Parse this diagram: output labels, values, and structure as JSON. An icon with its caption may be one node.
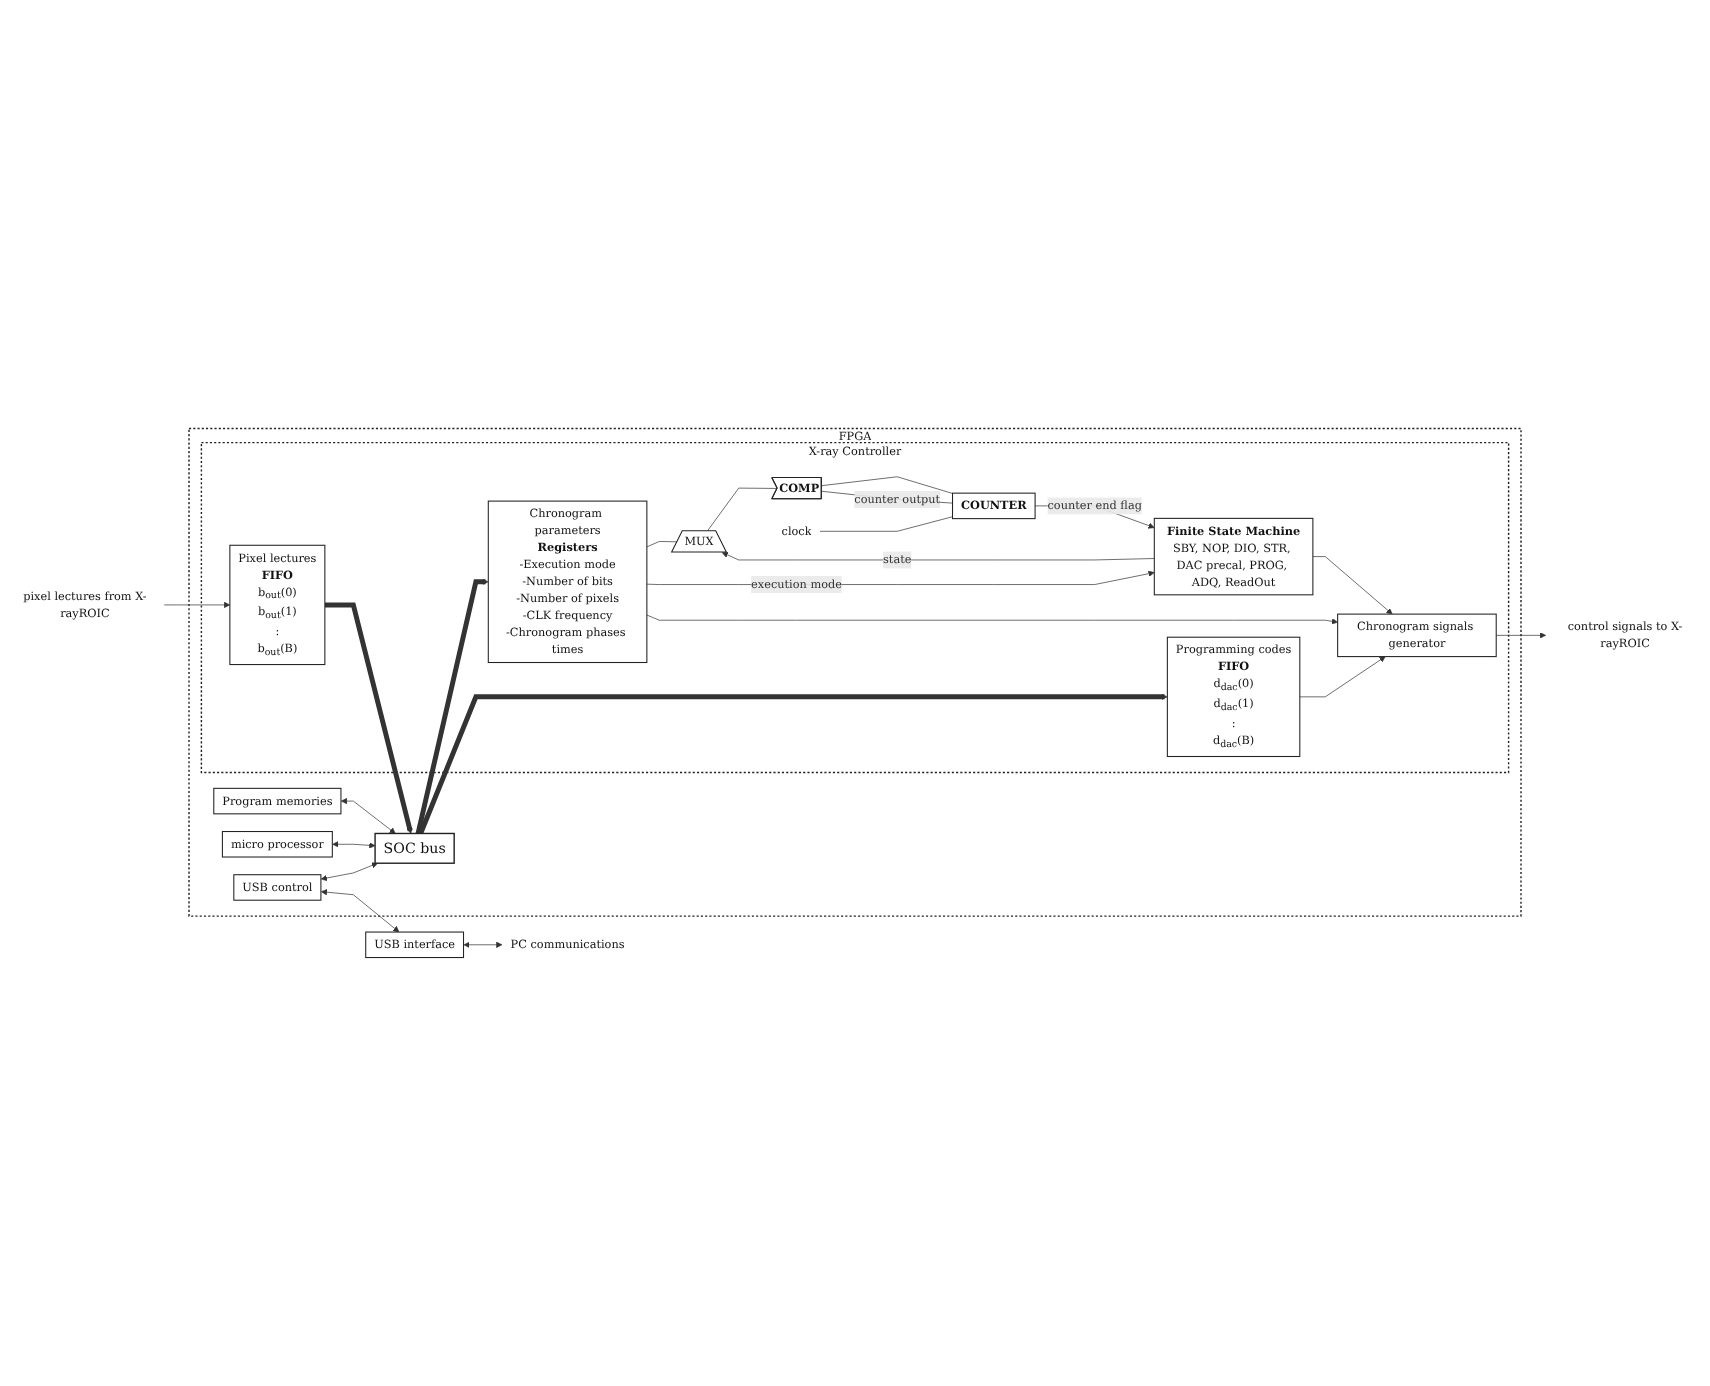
{
  "diagram": {
    "nodes": [
      {
        "text": [
          "FPGA"
        ]
      },
      {
        "text": [
          "X-ray Controller"
        ],
        "in": 0
      },
      {
        "text": [
          "Program memories"
        ],
        "in": 0
      },
      {
        "text": [
          "micro processor"
        ],
        "in": 0
      },
      {
        "text": [
          "USB control"
        ],
        "in": 0
      },
      {
        "text": [
          "SOC bus"
        ],
        "in": 0
      },
      {
        "text": [
          "Chronogram parameters",
          "Registers",
          "-Execution mode",
          "-Number of bits",
          "-Number of pixels",
          "-CLK frequency",
          "-Chronogram phases times"
        ],
        "in": 1
      },
      {
        "text": [
          "MUX"
        ],
        "in": 1
      },
      {
        "text": [
          "COMP"
        ],
        "in": 1
      },
      {
        "text": [
          "COUNTER"
        ],
        "in": 1
      },
      {
        "text": [
          "Finite State Machine",
          "SBY, NOP, DIO, STR, DAC precal, PROG, ADQ, ReadOut"
        ],
        "in": 1
      },
      {
        "text": [
          "Programming codes",
          "FIFO",
          "d$_{dac}$(0)",
          "d$_{dac}$(1)",
          ":",
          "d$_{dac}$(B)"
        ],
        "in": 1
      },
      {
        "text": [
          "Chronogram signals generator"
        ],
        "in": 1
      },
      {
        "text": [
          "Pixel lectures",
          "FIFO",
          "b$_{out}$(0)",
          "b$_{out}$(1)",
          ":",
          "b$_{out}$(B)"
        ],
        "in": 1
      },
      {
        "text": [
          "USB interface"
        ]
      },
      {
        "text": [
          "PC communications"
        ]
      },
      {
        "text": [
          "pixel lectures from X-rayROIC"
        ]
      },
      {
        "text": [
          "control signals to X-rayROIC"
        ]
      },
      {
        "text": [
          "clock"
        ],
        "in": 1
      }
    ],
    "edges": [
      {
        "from": 2,
        "to": 5,
        "arrow": "both"
      },
      {
        "from": 3,
        "to": 5,
        "arrow": "both"
      },
      {
        "from": 4,
        "to": 5,
        "arrow": "both"
      },
      {
        "from": 5,
        "to": 6,
        "arrow": "to",
        "style": "thick"
      },
      {
        "from": 5,
        "to": 11,
        "arrow": "to",
        "style": "thick"
      },
      {
        "from": 13,
        "to": 5,
        "arrow": "to",
        "style": "thick"
      },
      {
        "from": 4,
        "to": 14,
        "arrow": "both"
      },
      {
        "from": 14,
        "to": 15,
        "arrow": "both"
      },
      {
        "from": 6,
        "to": 7,
        "arrow": "none"
      },
      {
        "from": 7,
        "to": 8,
        "arrow": "none"
      },
      {
        "from": 9,
        "to": 8,
        "arrow": "none",
        "label": "counter output"
      },
      {
        "from": 8,
        "to": 9,
        "arrow": "none"
      },
      {
        "from": 18,
        "to": 9,
        "arrow": "none"
      },
      {
        "from": 9,
        "to": 10,
        "arrow": "to",
        "label": "counter end flag"
      },
      {
        "from": 6,
        "to": 10,
        "arrow": "to",
        "label": "execution mode"
      },
      {
        "from": 6,
        "to": 12,
        "arrow": "to"
      },
      {
        "from": 10,
        "to": 7,
        "arrow": "to",
        "label": "state"
      },
      {
        "from": 10,
        "to": 12,
        "arrow": "to"
      },
      {
        "from": 11,
        "to": 12,
        "arrow": "to"
      },
      {
        "from": 16,
        "to": 13,
        "arrow": "to"
      },
      {
        "from": 12,
        "to": 17,
        "arrow": "to"
      }
    ]
  }
}
